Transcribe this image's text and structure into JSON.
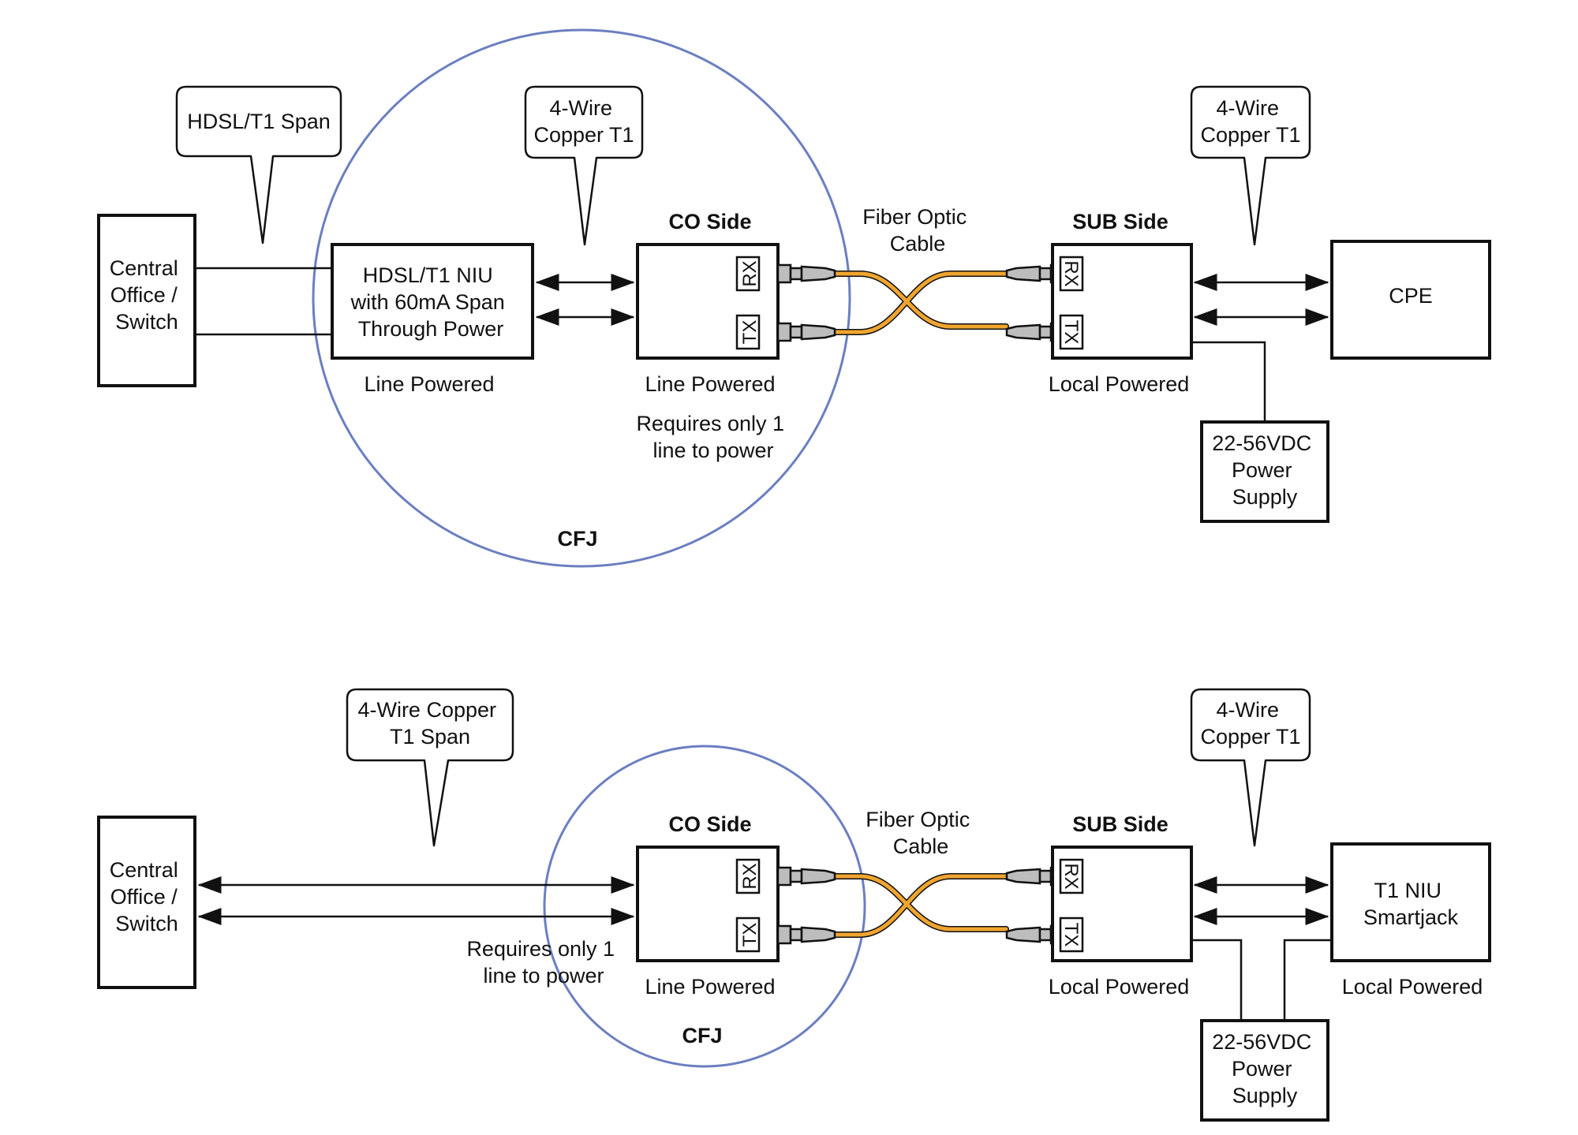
{
  "colors": {
    "cfj_circle": "#6b7fc0",
    "fiber": "#f0a530",
    "connector": "#bdbdbd",
    "line": "#111111"
  },
  "top": {
    "co_box": [
      "Central",
      "Office /",
      "Switch"
    ],
    "callout_span": [
      "HDSL/T1 Span"
    ],
    "callout_copper_left": [
      "4-Wire",
      "Copper T1"
    ],
    "niu_box": [
      "HDSL/T1 NIU",
      "with 60mA Span",
      "Through Power"
    ],
    "niu_power": "Line Powered",
    "co_side_title": "CO Side",
    "co_side_power": "Line Powered",
    "co_side_note": [
      "Requires only 1",
      "line to power"
    ],
    "fiber_label": [
      "Fiber Optic",
      "Cable"
    ],
    "sub_side_title": "SUB Side",
    "sub_side_power": "Local Powered",
    "callout_copper_right": [
      "4-Wire",
      "Copper T1"
    ],
    "cpe_box": "CPE",
    "power_supply": [
      "22-56VDC",
      "Power",
      "Supply"
    ],
    "cfj": "CFJ",
    "port_rx": "RX",
    "port_tx": "TX"
  },
  "bottom": {
    "co_box": [
      "Central",
      "Office /",
      "Switch"
    ],
    "callout_span": [
      "4-Wire Copper",
      "T1 Span"
    ],
    "co_side_note": [
      "Requires only 1",
      "line to power"
    ],
    "co_side_title": "CO Side",
    "co_side_power": "Line Powered",
    "cfj": "CFJ",
    "fiber_label": [
      "Fiber Optic",
      "Cable"
    ],
    "sub_side_title": "SUB Side",
    "sub_side_power": "Local Powered",
    "callout_copper_right": [
      "4-Wire",
      "Copper T1"
    ],
    "niu_box": [
      "T1 NIU",
      "Smartjack"
    ],
    "niu_power": "Local Powered",
    "power_supply": [
      "22-56VDC",
      "Power",
      "Supply"
    ],
    "port_rx": "RX",
    "port_tx": "TX"
  }
}
